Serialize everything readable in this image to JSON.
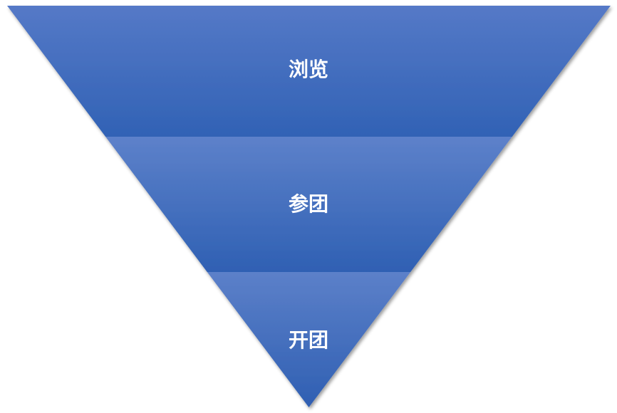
{
  "diagram": {
    "type": "inverted-pyramid-funnel",
    "orientation": "point-down",
    "text_color": "#ffffff",
    "shadow_color": "#000000",
    "background_color": "#ffffff",
    "levels": [
      {
        "label": "浏览",
        "color_top": "#5579c7",
        "color_bottom": "#3162b5"
      },
      {
        "label": "参团",
        "color_top": "#5d81ca",
        "color_bottom": "#2f60b3"
      },
      {
        "label": "开团",
        "color_top": "#5c80c9",
        "color_bottom": "#2f5fb2"
      }
    ]
  }
}
